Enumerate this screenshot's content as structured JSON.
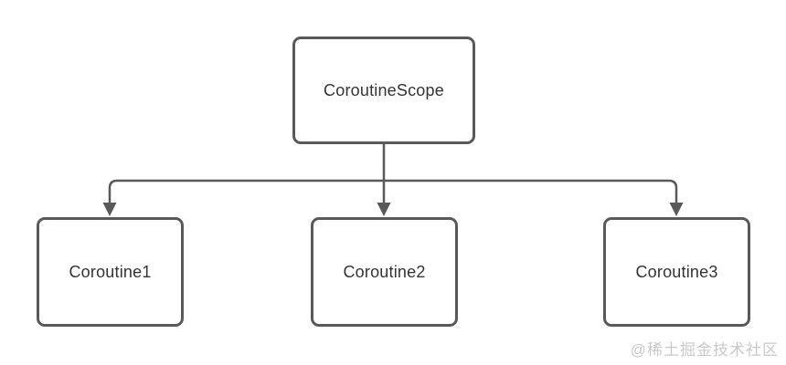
{
  "diagram": {
    "root": {
      "label": "CoroutineScope"
    },
    "children": [
      {
        "label": "Coroutine1"
      },
      {
        "label": "Coroutine2"
      },
      {
        "label": "Coroutine3"
      }
    ],
    "edges": [
      {
        "from": "CoroutineScope",
        "to": "Coroutine1",
        "arrow": "down"
      },
      {
        "from": "CoroutineScope",
        "to": "Coroutine2",
        "arrow": "down"
      },
      {
        "from": "CoroutineScope",
        "to": "Coroutine3",
        "arrow": "down"
      }
    ],
    "colors": {
      "stroke": "#595959",
      "node_fill": "#ffffff",
      "text": "#333333",
      "background": "#ffffff",
      "watermark": "#c9c9c9"
    }
  },
  "watermark": {
    "text": "@稀土掘金技术社区"
  }
}
